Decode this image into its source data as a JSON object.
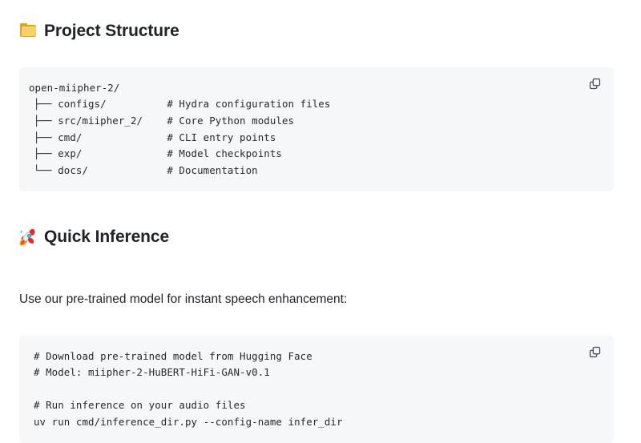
{
  "sections": [
    {
      "icon": "folder-icon",
      "heading": "Project Structure",
      "code": {
        "copy_label": "copy-icon",
        "first_line": "open-miipher-2/",
        "lines": [
          "├── configs/          # Hydra configuration files",
          "├── src/miipher_2/    # Core Python modules",
          "├── cmd/              # CLI entry points",
          "├── exp/              # Model checkpoints",
          "└── docs/             # Documentation"
        ]
      }
    },
    {
      "icon": "rocket-icon",
      "heading": "Quick Inference",
      "paragraph": "Use our pre-trained model for instant speech enhancement:",
      "code": {
        "copy_label": "copy-icon",
        "lines": [
          "# Download pre-trained model from Hugging Face",
          "# Model: miipher-2-HuBERT-HiFi-GAN-v0.1",
          "",
          "# Run inference on your audio files",
          "uv run cmd/inference_dir.py --config-name infer_dir"
        ]
      }
    }
  ],
  "colors": {
    "page_background": "#ffffff",
    "code_background": "#f6f7f9",
    "text": "#1f2328",
    "code_text": "#24292f",
    "icon_stroke": "#41484f"
  }
}
